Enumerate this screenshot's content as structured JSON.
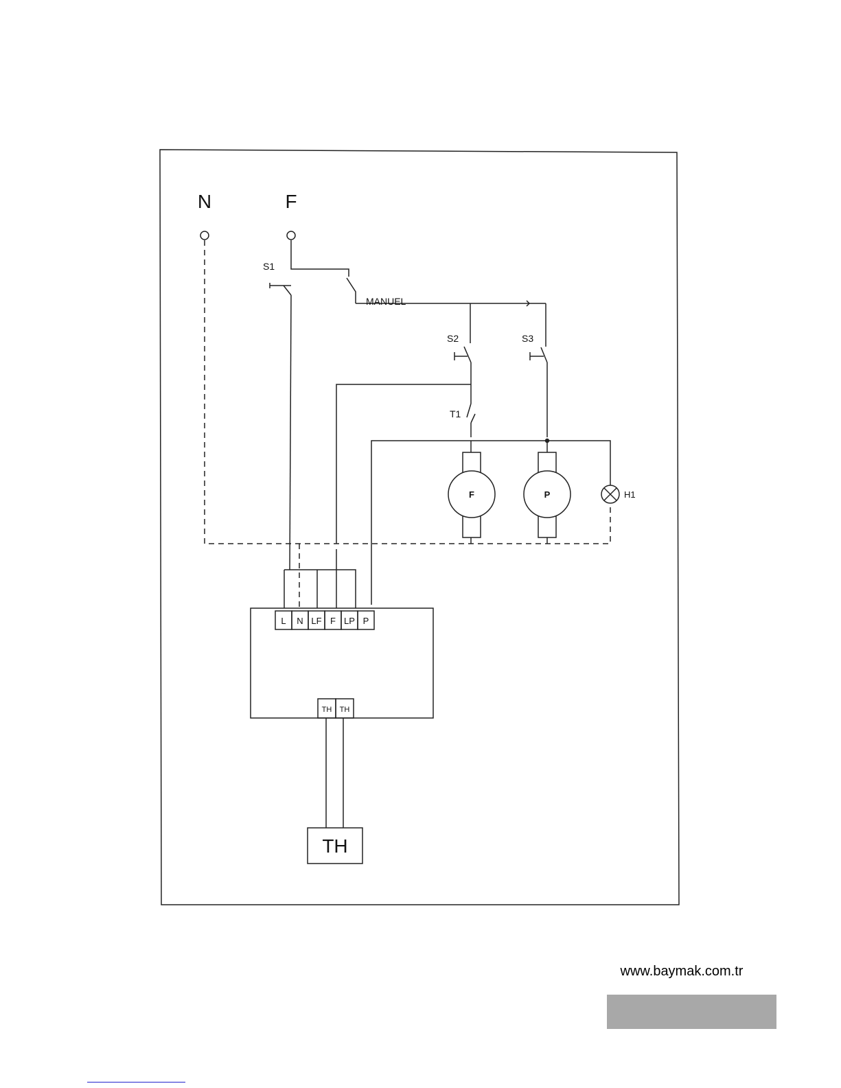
{
  "terminals": {
    "neutral": "N",
    "phase": "F"
  },
  "switches": {
    "main": "S1",
    "manual": "MANUEL",
    "fan_switch": "S2",
    "pump_switch": "S3",
    "thermostat_contact": "T1"
  },
  "loads": {
    "fan_motor": "F",
    "pump_motor": "P",
    "lamp": "H1"
  },
  "terminal_block": [
    "L",
    "N",
    "LF",
    "F",
    "LP",
    "P"
  ],
  "thermostat_terminals": [
    "TH",
    "TH"
  ],
  "thermostat": "TH",
  "website": "www.baymak.com.tr"
}
